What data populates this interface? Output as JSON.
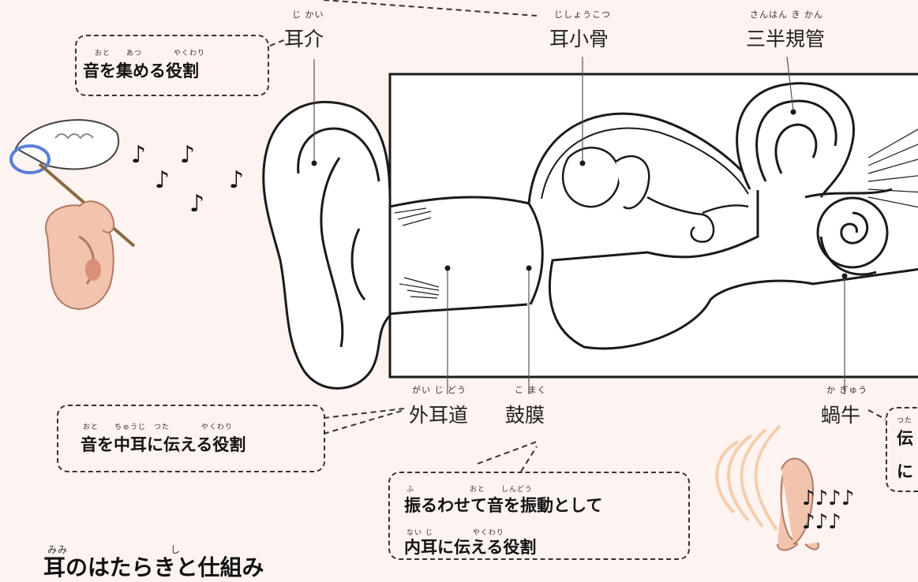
{
  "labels": {
    "jikai": {
      "ruby": "じ かい",
      "text": "耳介"
    },
    "jishoukotsu": {
      "ruby": "じしょうこつ",
      "text": "耳小骨"
    },
    "sanhankikan": {
      "ruby": "さんはん き かん",
      "text": "三半規管"
    },
    "gaijidou": {
      "ruby": "がい じ どう",
      "text": "外耳道"
    },
    "komaku": {
      "ruby": "こ まく",
      "text": "鼓膜"
    },
    "kagyuu": {
      "ruby": "か ぎゅう",
      "text": "蝸牛"
    }
  },
  "roles": {
    "collect": {
      "text": "音を集める役割",
      "furigana": [
        "おと",
        "あつ",
        "やくわり"
      ]
    },
    "transmit_middle": {
      "text": "音を中耳に伝える役割",
      "furigana": [
        "おと",
        "ちゅうじ",
        "つた",
        "やくわり"
      ]
    },
    "vibrate": {
      "line1": "振るわせて音を振動として",
      "line2": "内耳に伝える役割",
      "furigana1": [
        "ふ",
        "おと",
        "しんどう"
      ],
      "furigana2": [
        "ない じ",
        "やくわり"
      ]
    },
    "cut_right": {
      "line1": "伝",
      "line2": "に",
      "furigana": "つた"
    }
  },
  "footer": {
    "text": "耳のはたらきと仕組み",
    "furigana": [
      "みみ",
      "し"
    ]
  },
  "colors": {
    "background": "#fdf3f0",
    "ink": "#222222",
    "skin": "#f2c4ae",
    "net_rim": "#5a7fd6",
    "sound_waves": "#f3cfae"
  },
  "icons": [
    "music-note-icon",
    "butterfly-net-icon",
    "ear-character-icon",
    "speaker-waves-icon"
  ]
}
